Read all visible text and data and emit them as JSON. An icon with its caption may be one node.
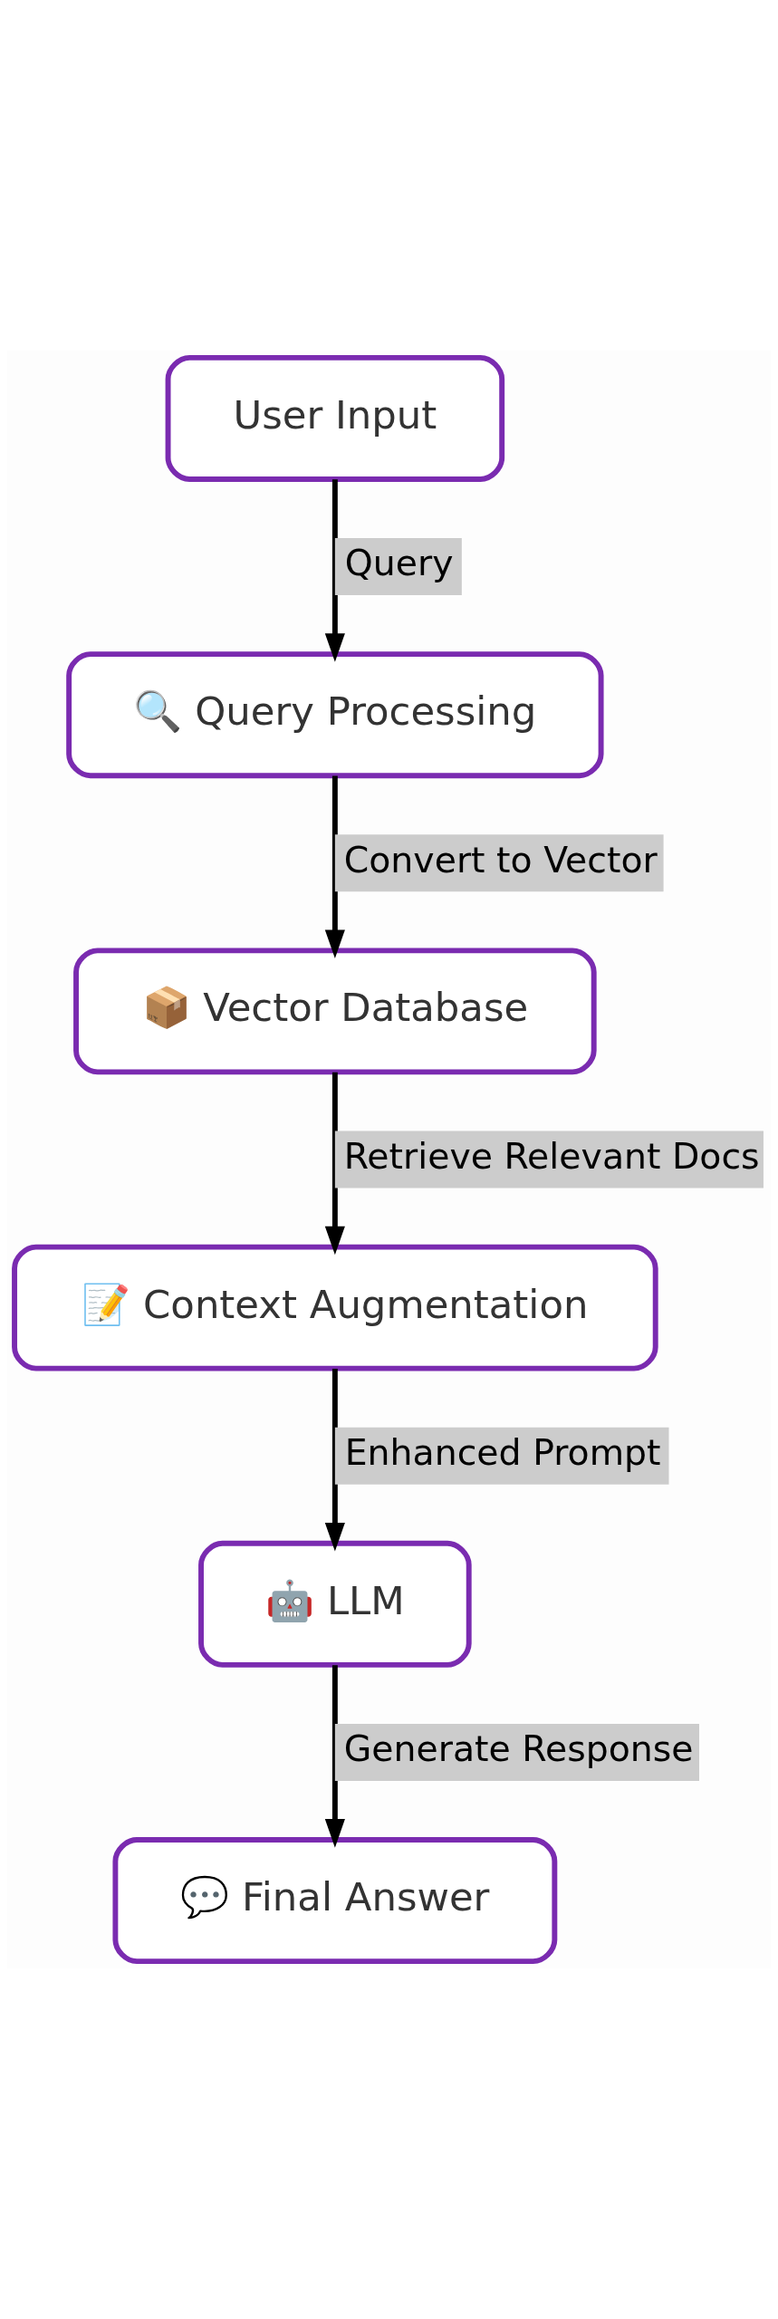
{
  "diagram": {
    "nodes": [
      {
        "text": [
          "User Input"
        ]
      },
      {
        "text": [
          "🔍 Query Processing"
        ]
      },
      {
        "text": [
          "📦 Vector Database"
        ]
      },
      {
        "text": [
          "📝 Context Augmentation"
        ]
      },
      {
        "text": [
          "🤖 LLM"
        ]
      },
      {
        "text": [
          "💬 Final Answer"
        ]
      }
    ],
    "edges": [
      {
        "from": 0,
        "to": 1,
        "arrow": "to",
        "label": "Query"
      },
      {
        "from": 1,
        "to": 2,
        "arrow": "to",
        "label": "Convert to Vector"
      },
      {
        "from": 2,
        "to": 3,
        "arrow": "to",
        "label": "Retrieve Relevant Docs"
      },
      {
        "from": 3,
        "to": 4,
        "arrow": "to",
        "label": "Enhanced Prompt"
      },
      {
        "from": 4,
        "to": 5,
        "arrow": "to",
        "label": "Generate Response"
      }
    ]
  }
}
